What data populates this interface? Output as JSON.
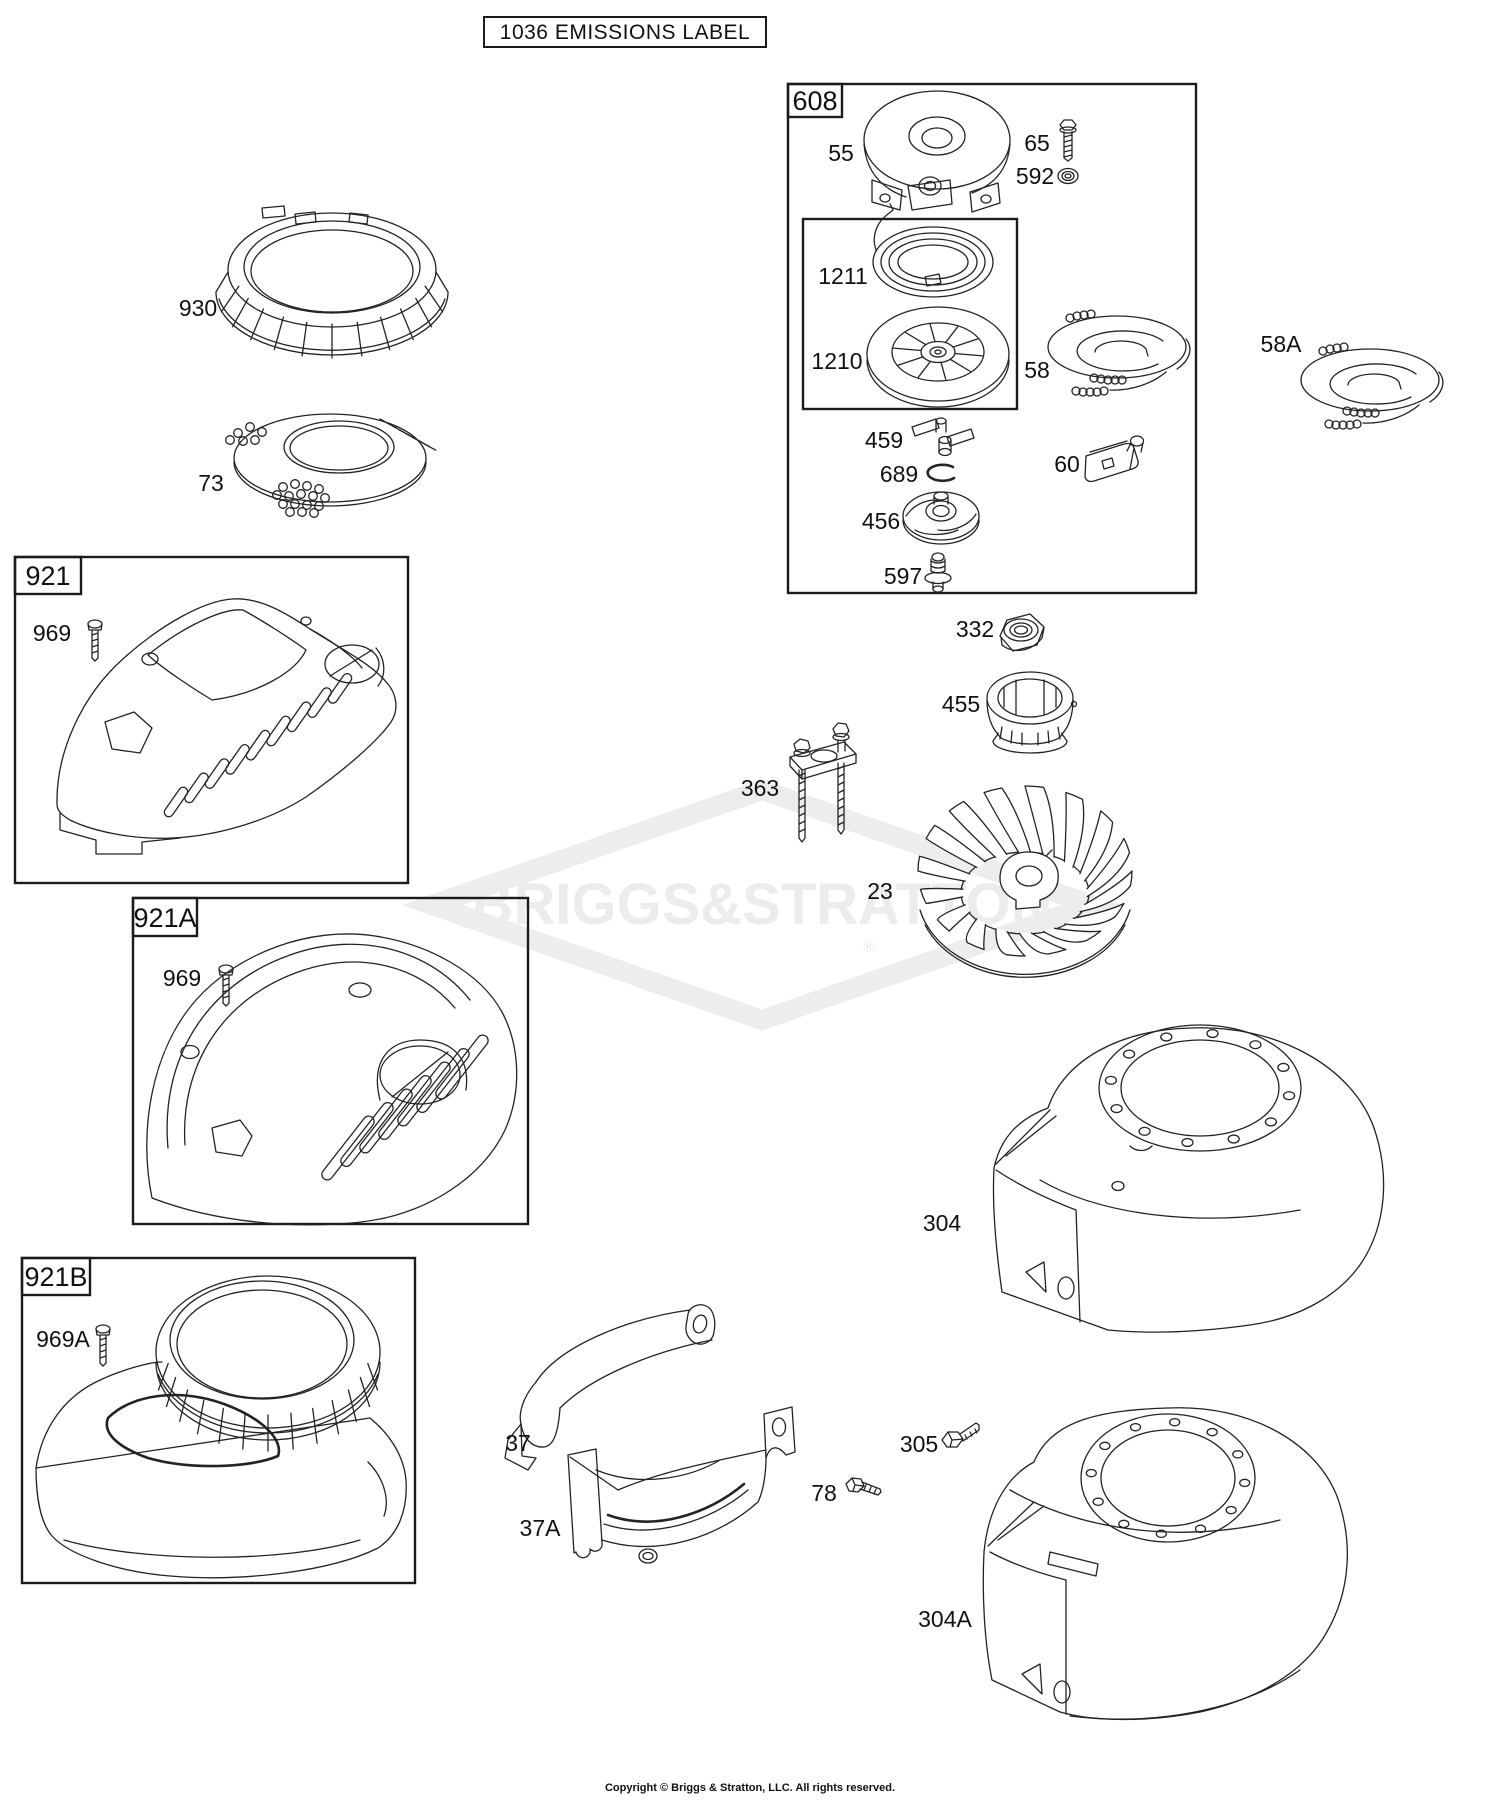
{
  "header": {
    "emissions_label": "1036 EMISSIONS LABEL"
  },
  "watermark": {
    "brand": "BRIGGS&STRATTON",
    "registered_mark": "®"
  },
  "footer": {
    "copyright": "Copyright © Briggs & Stratton, LLC. All rights reserved."
  },
  "groups": {
    "box_608": "608",
    "box_921": "921",
    "box_921A": "921A",
    "box_921B": "921B"
  },
  "parts": {
    "p55": "55",
    "p65": "65",
    "p592": "592",
    "p1211": "1211",
    "p1210": "1210",
    "p459": "459",
    "p689": "689",
    "p456": "456",
    "p597": "597",
    "p58": "58",
    "p58A": "58A",
    "p60": "60",
    "p332": "332",
    "p455": "455",
    "p363": "363",
    "p23": "23",
    "p930": "930",
    "p73": "73",
    "p969": "969",
    "p969A": "969A",
    "p304": "304",
    "p304A": "304A",
    "p37": "37",
    "p37A": "37A",
    "p78": "78",
    "p305": "305"
  }
}
